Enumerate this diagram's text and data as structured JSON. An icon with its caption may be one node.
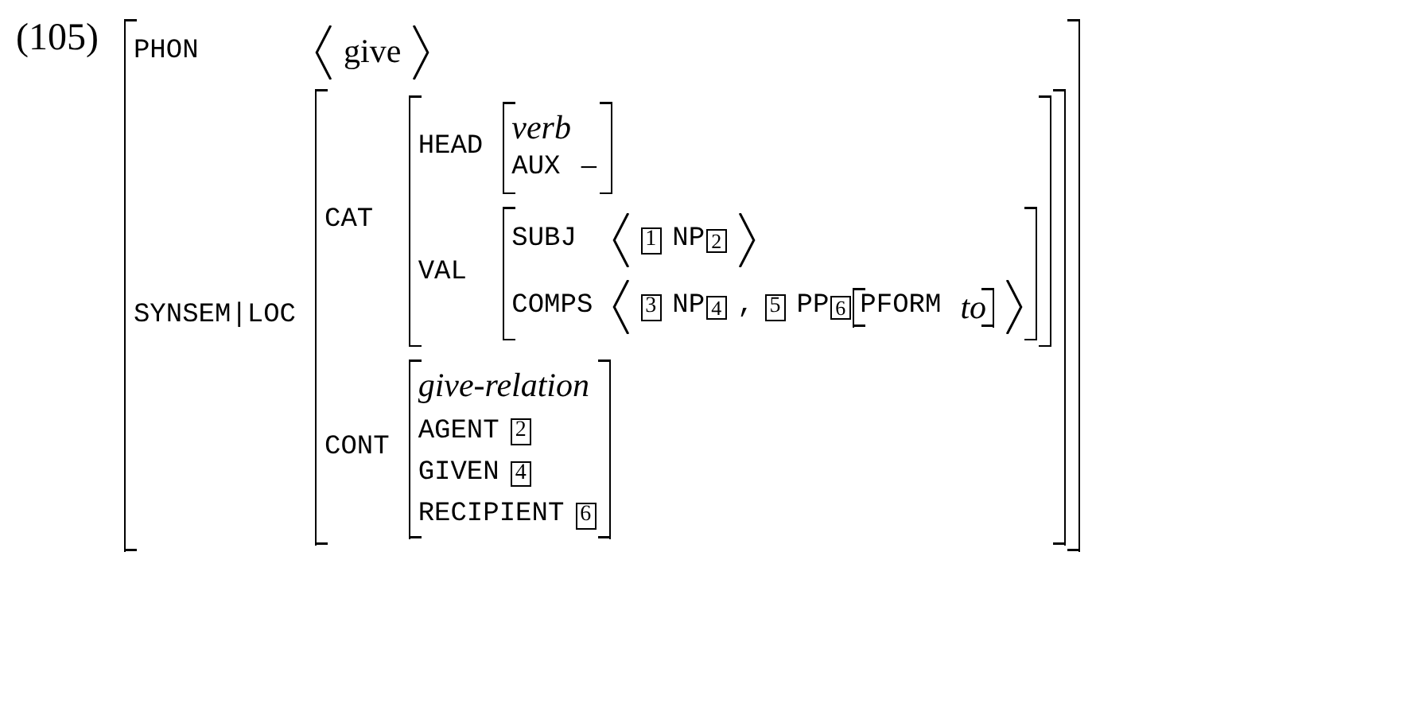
{
  "diagram": {
    "labels": [
      "(105)",
      "PHON",
      "give",
      "SYNSEM|LOC",
      "CAT",
      "HEAD",
      "verb",
      "AUX",
      "−",
      "VAL",
      "SUBJ",
      "1",
      "NP",
      "2",
      "COMPS",
      "3",
      "NP",
      "4",
      ",",
      "5",
      "PP",
      "6",
      "PFORM",
      "to",
      "CONT",
      "give-relation",
      "AGENT",
      "2",
      "GIVEN",
      "4",
      "RECIPIENT",
      "6"
    ]
  }
}
